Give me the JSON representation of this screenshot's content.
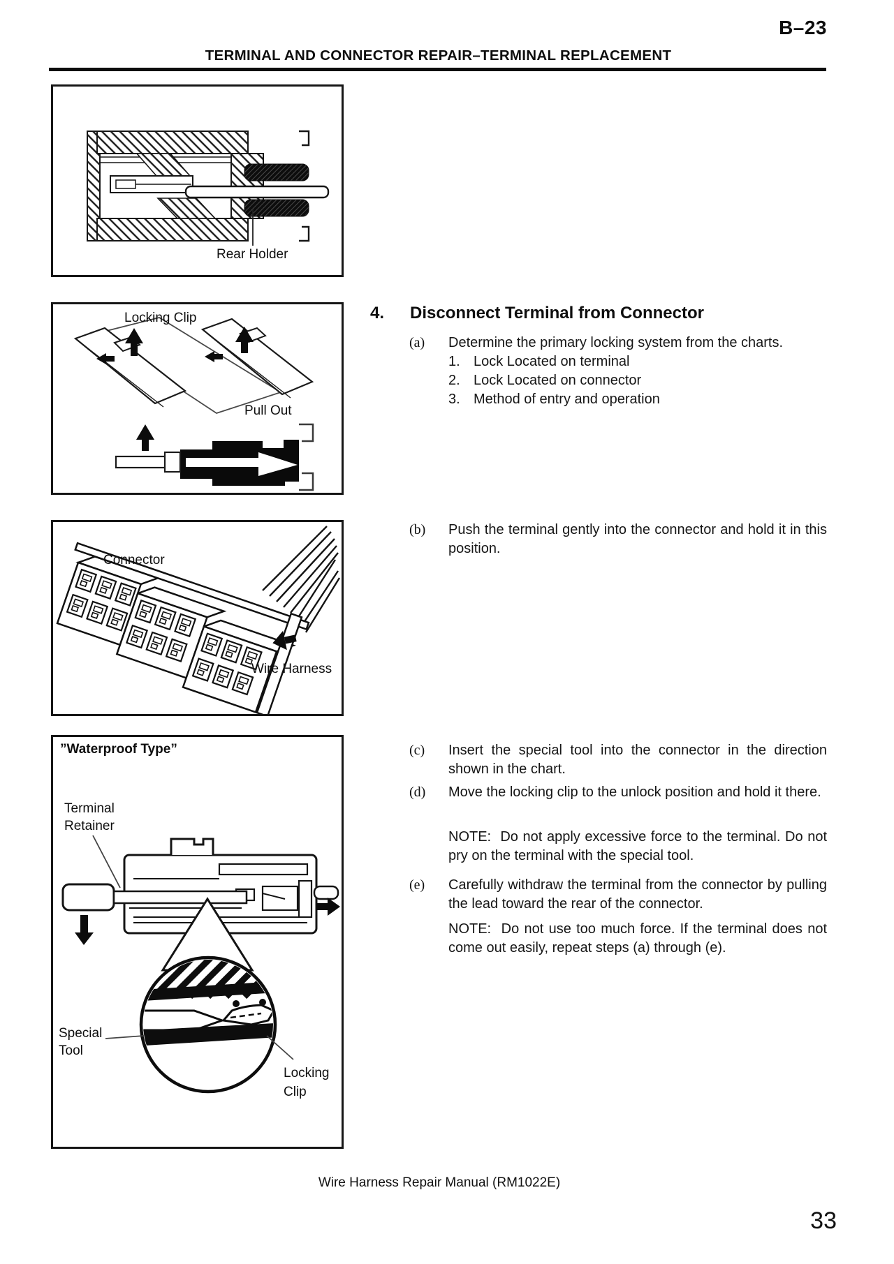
{
  "header": {
    "page_ref": "B–23",
    "title": "TERMINAL AND CONNECTOR REPAIR–TERMINAL REPLACEMENT"
  },
  "figures": {
    "fig1": {
      "rear_holder": "Rear Holder"
    },
    "fig2": {
      "locking_clip": "Locking Clip",
      "pull_out": "Pull Out"
    },
    "fig3": {
      "connector": "Connector",
      "wire_harness": "Wire Harness"
    },
    "fig4": {
      "title": "”Waterproof Type”",
      "terminal": "Terminal",
      "retainer": "Retainer",
      "special": "Special",
      "tool": "Tool",
      "locking": "Locking",
      "clip": "Clip"
    }
  },
  "procedure": {
    "number": "4.",
    "title": "Disconnect Terminal from Connector",
    "step_a": {
      "label": "(a)",
      "text": "Determine the primary locking system from the charts.",
      "items": [
        {
          "num": "1.",
          "text": "Lock Located on terminal"
        },
        {
          "num": "2.",
          "text": "Lock Located on connector"
        },
        {
          "num": "3.",
          "text": "Method of entry and operation"
        }
      ]
    },
    "step_b": {
      "label": "(b)",
      "text": "Push the terminal gently into the connector and hold it in this position."
    },
    "step_c": {
      "label": "(c)",
      "text": "Insert the special tool into the connector in the direction shown in the chart."
    },
    "step_d": {
      "label": "(d)",
      "text": "Move the locking clip to the unlock position and hold it there.",
      "note": "NOTE:  Do not apply excessive force to the terminal. Do not pry on the terminal with the special tool."
    },
    "step_e": {
      "label": "(e)",
      "text": "Carefully withdraw the terminal from the connector by pulling the lead toward the rear of the connector.",
      "note": "NOTE:  Do not use too much force. If the terminal does not come out easily, repeat steps (a) through (e)."
    }
  },
  "footer": {
    "manual": "Wire Harness Repair Manual (RM1022E)",
    "page_number": "33"
  }
}
